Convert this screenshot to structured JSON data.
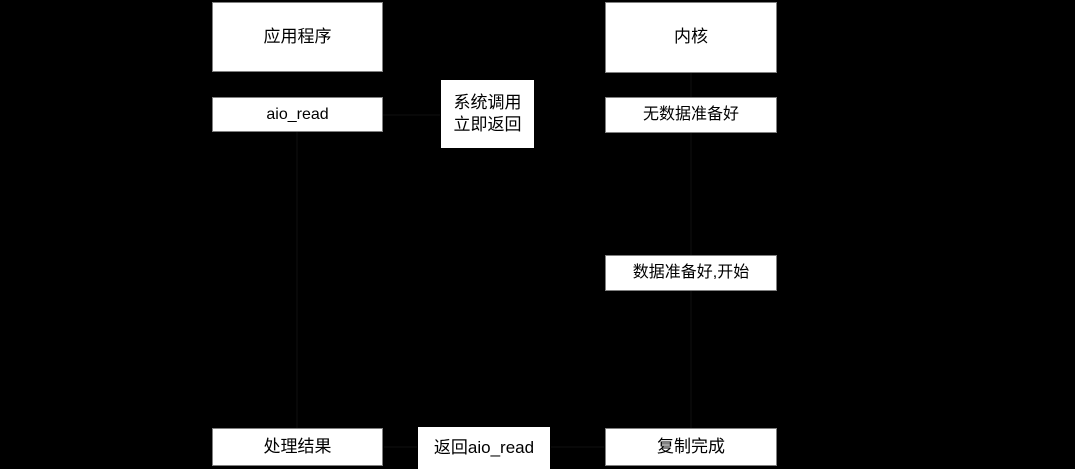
{
  "diagram": {
    "title": "",
    "background_color": "#000000",
    "node_fill_color": "#ffffff",
    "node_text_color": "#000000",
    "node_border_color": "#808080",
    "connector_color": "#0a0a0a",
    "type": "sequence-flow"
  },
  "nodes": {
    "application": {
      "label": "应用程序",
      "column": "left",
      "shape": "rectangle",
      "bordered": true
    },
    "aio_read": {
      "label": "aio_read",
      "column": "left",
      "shape": "rectangle",
      "bordered": true
    },
    "process_result": {
      "label": "处理结果",
      "column": "left",
      "shape": "rectangle",
      "bordered": true
    },
    "syscall_return": {
      "label": "系统调用\n立即返回",
      "column": "middle",
      "shape": "label",
      "bordered": false
    },
    "return_aio_read": {
      "label": "返回aio_read",
      "column": "middle",
      "shape": "label",
      "bordered": false
    },
    "kernel": {
      "label": "内核",
      "column": "right",
      "shape": "rectangle",
      "bordered": true
    },
    "no_data_ready": {
      "label": "无数据准备好",
      "column": "right",
      "shape": "rectangle",
      "bordered": true
    },
    "data_ready_start": {
      "label": "数据准备好,开始",
      "column": "right",
      "shape": "rectangle",
      "bordered": true
    },
    "copy_done": {
      "label": "复制完成",
      "column": "right",
      "shape": "rectangle",
      "bordered": true
    }
  },
  "edges": [
    {
      "from": "aio_read",
      "to": "syscall_return",
      "orientation": "horizontal"
    },
    {
      "from": "no_data_ready",
      "to": "data_ready_start",
      "orientation": "vertical"
    },
    {
      "from": "data_ready_start",
      "to": "copy_done",
      "orientation": "vertical"
    },
    {
      "from": "copy_done",
      "to": "return_aio_read",
      "orientation": "horizontal"
    },
    {
      "from": "return_aio_read",
      "to": "process_result",
      "orientation": "horizontal"
    }
  ]
}
